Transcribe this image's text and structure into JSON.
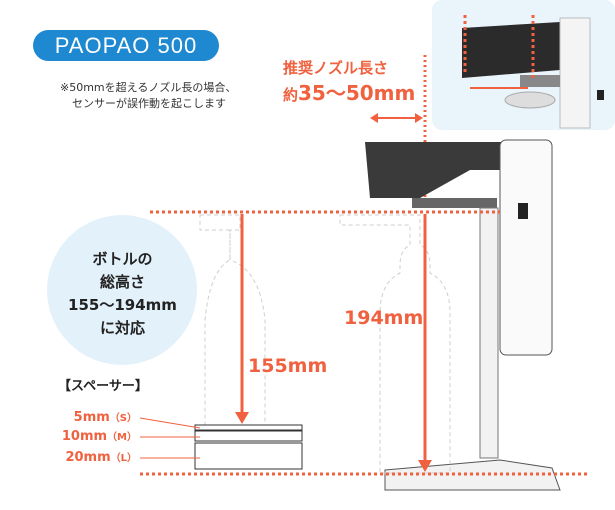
{
  "badge": "PAOPAO 500",
  "note": [
    "※50mmを超えるノズル長の場合、",
    "センサーが誤作動を起こします"
  ],
  "recommended": {
    "label": "推奨ノズル長さ",
    "prefix": "約",
    "value": "35〜50mm"
  },
  "bottle_info": [
    "ボトルの",
    "総高さ",
    "155〜194mm",
    "に対応"
  ],
  "heights": {
    "min": "155mm",
    "max": "194mm"
  },
  "spacer": {
    "title": "【スペーサー】",
    "items": [
      {
        "size": "5mm",
        "code": "（S）"
      },
      {
        "size": "10mm",
        "code": "（M）"
      },
      {
        "size": "20mm",
        "code": "（L）"
      }
    ]
  },
  "colors": {
    "accent": "#f0613f",
    "brand": "#1e88d0",
    "circle": "#e3f1fb"
  }
}
